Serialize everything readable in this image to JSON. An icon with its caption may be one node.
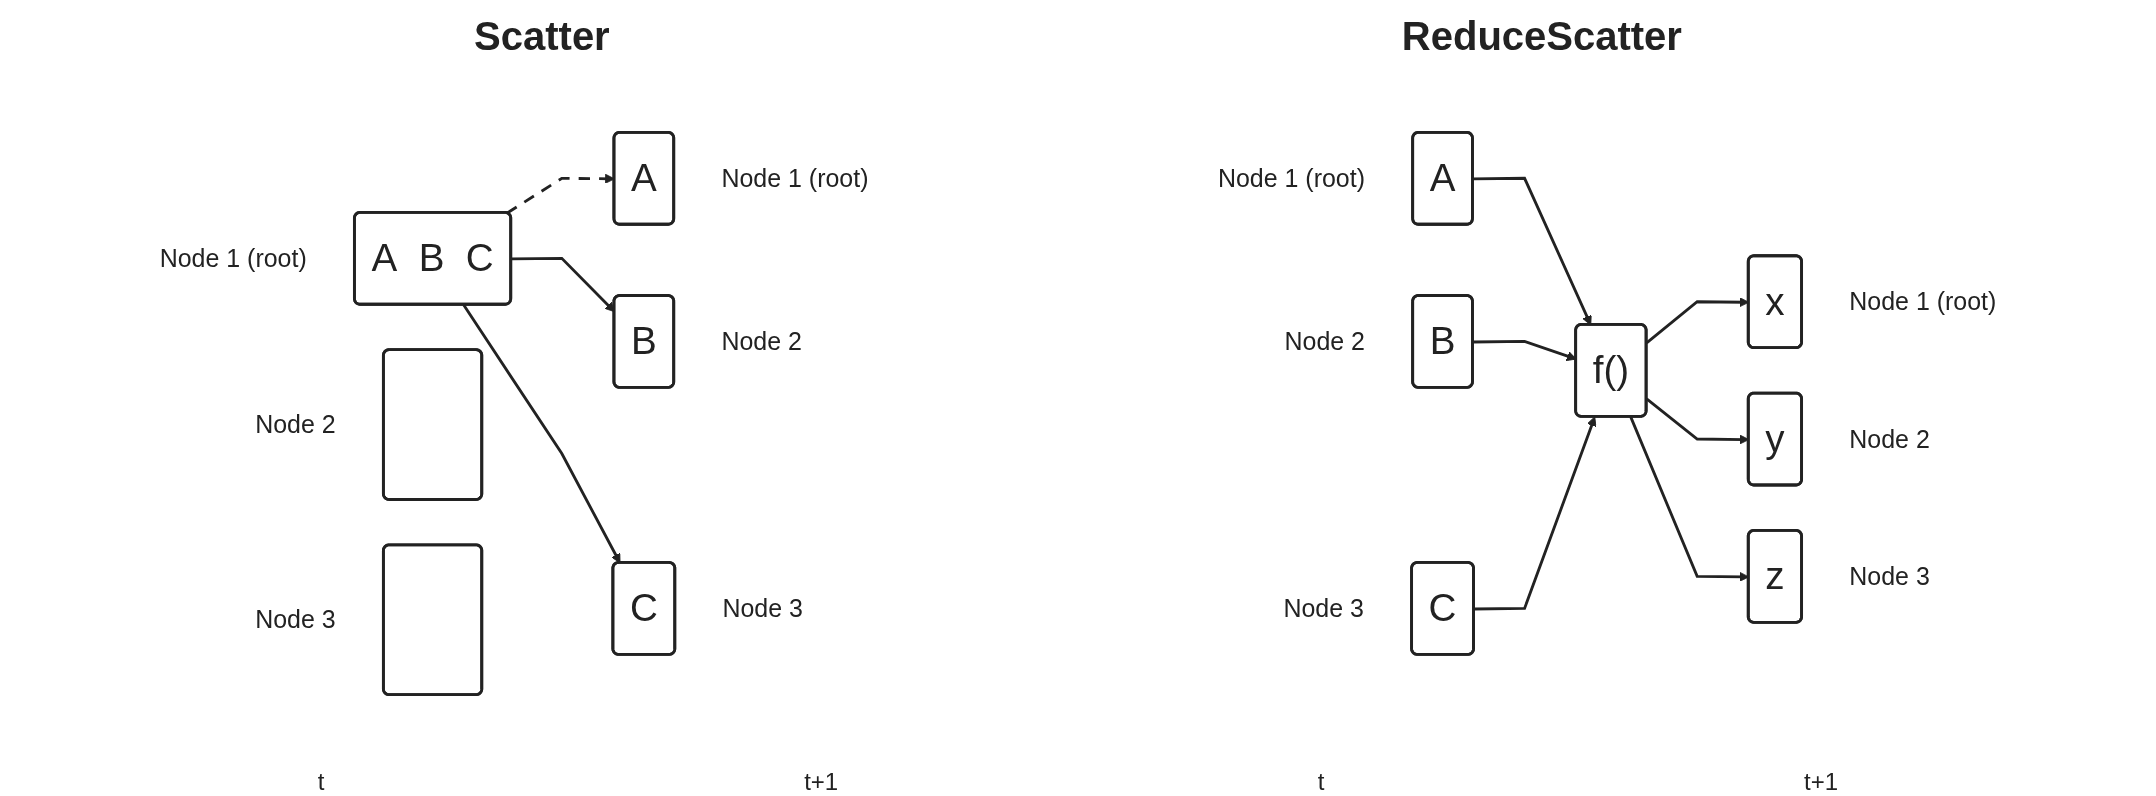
{
  "diagram": {
    "nodes": [
      {
        "text": [
          "A",
          "B",
          "C"
        ],
        "beside": [
          "Node 1 (root)"
        ]
      },
      {
        "text": [],
        "shape": "box",
        "beside": [
          "Node 2"
        ]
      },
      {
        "text": [],
        "shape": "box",
        "beside": [
          "Node 3"
        ]
      },
      {
        "text": [
          "A"
        ],
        "beside": [
          "Node 1 (root)"
        ]
      },
      {
        "text": [
          "B"
        ],
        "beside": [
          "Node 2"
        ]
      },
      {
        "text": [
          "C"
        ],
        "beside": [
          "Node 3"
        ]
      },
      {
        "text": [
          "A"
        ],
        "beside": [
          "Node 1 (root)"
        ]
      },
      {
        "text": [
          "B"
        ],
        "beside": [
          "Node 2"
        ]
      },
      {
        "text": [
          "C"
        ],
        "beside": [
          "Node 3"
        ]
      },
      {
        "text": [
          "f()"
        ]
      },
      {
        "text": [
          "x"
        ],
        "beside": [
          "Node 1 (root)"
        ]
      },
      {
        "text": [
          "y"
        ],
        "beside": [
          "Node 2"
        ]
      },
      {
        "text": [
          "z"
        ],
        "beside": [
          "Node 3"
        ]
      }
    ],
    "edges": [
      {
        "from": 0,
        "to": 3,
        "arrow": "to",
        "style": "dashed"
      },
      {
        "from": 0,
        "to": 4,
        "arrow": "to"
      },
      {
        "from": 0,
        "to": 5,
        "arrow": "to"
      },
      {
        "from": 6,
        "to": 9,
        "arrow": "to"
      },
      {
        "from": 7,
        "to": 9,
        "arrow": "to"
      },
      {
        "from": 8,
        "to": 9,
        "arrow": "to"
      },
      {
        "from": 9,
        "to": 10,
        "arrow": "to"
      },
      {
        "from": 9,
        "to": 11,
        "arrow": "to"
      },
      {
        "from": 9,
        "to": 12,
        "arrow": "to"
      }
    ],
    "labels": [
      "Scatter",
      "t",
      "t+1",
      "ReduceScatter",
      "t",
      "t+1"
    ]
  }
}
